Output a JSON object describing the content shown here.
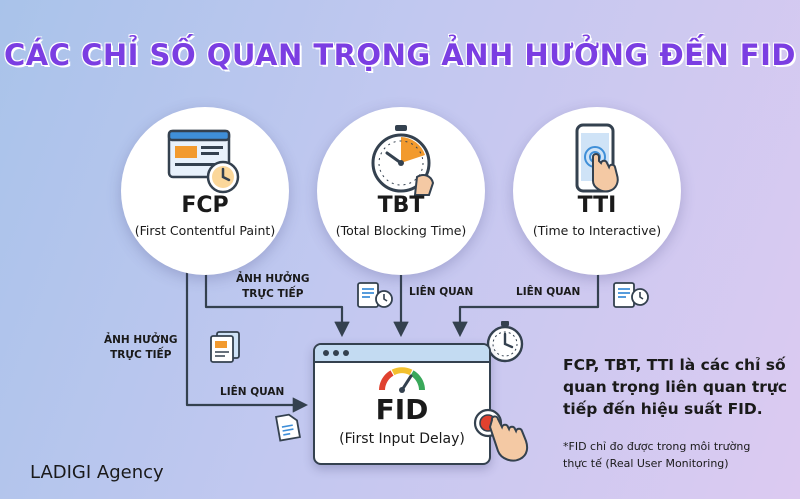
{
  "title": "CÁC CHỈ SỐ QUAN TRỌNG ẢNH HƯỞNG ĐẾN FID",
  "metrics": [
    {
      "abbr": "FCP",
      "full": "(First Contentful Paint)",
      "icon": "web-page-clock-icon"
    },
    {
      "abbr": "TBT",
      "full": "(Total Blocking Time)",
      "icon": "stopwatch-hand-icon"
    },
    {
      "abbr": "TTI",
      "full": "(Time to Interactive)",
      "icon": "smartphone-tap-icon"
    }
  ],
  "connector_labels": {
    "fcp_direct_top_1": "ẢNH HƯỞNG",
    "fcp_direct_top_2": "TRỰC TIẾP",
    "fcp_direct_left_1": "ẢNH HƯỞNG",
    "fcp_direct_left_2": "TRỰC TIẾP",
    "fcp_related": "LIÊN QUAN",
    "tbt_related": "LIÊN QUAN",
    "tti_related": "LIÊN QUAN"
  },
  "fid": {
    "abbr": "FID",
    "full": "(First Input Delay)"
  },
  "note": {
    "main": "FCP, TBT, TTI là các chỉ số quan trọng liên quan trực tiếp đến hiệu suất FID.",
    "footnote": "*FID chỉ đo được trong môi trường thực tế (Real User Monitoring)"
  },
  "brand": "LADIGI Agency",
  "colors": {
    "title": "#7b3ee2",
    "accent_orange": "#f29a2e",
    "accent_blue": "#3f8fd8",
    "line": "#34414f"
  }
}
